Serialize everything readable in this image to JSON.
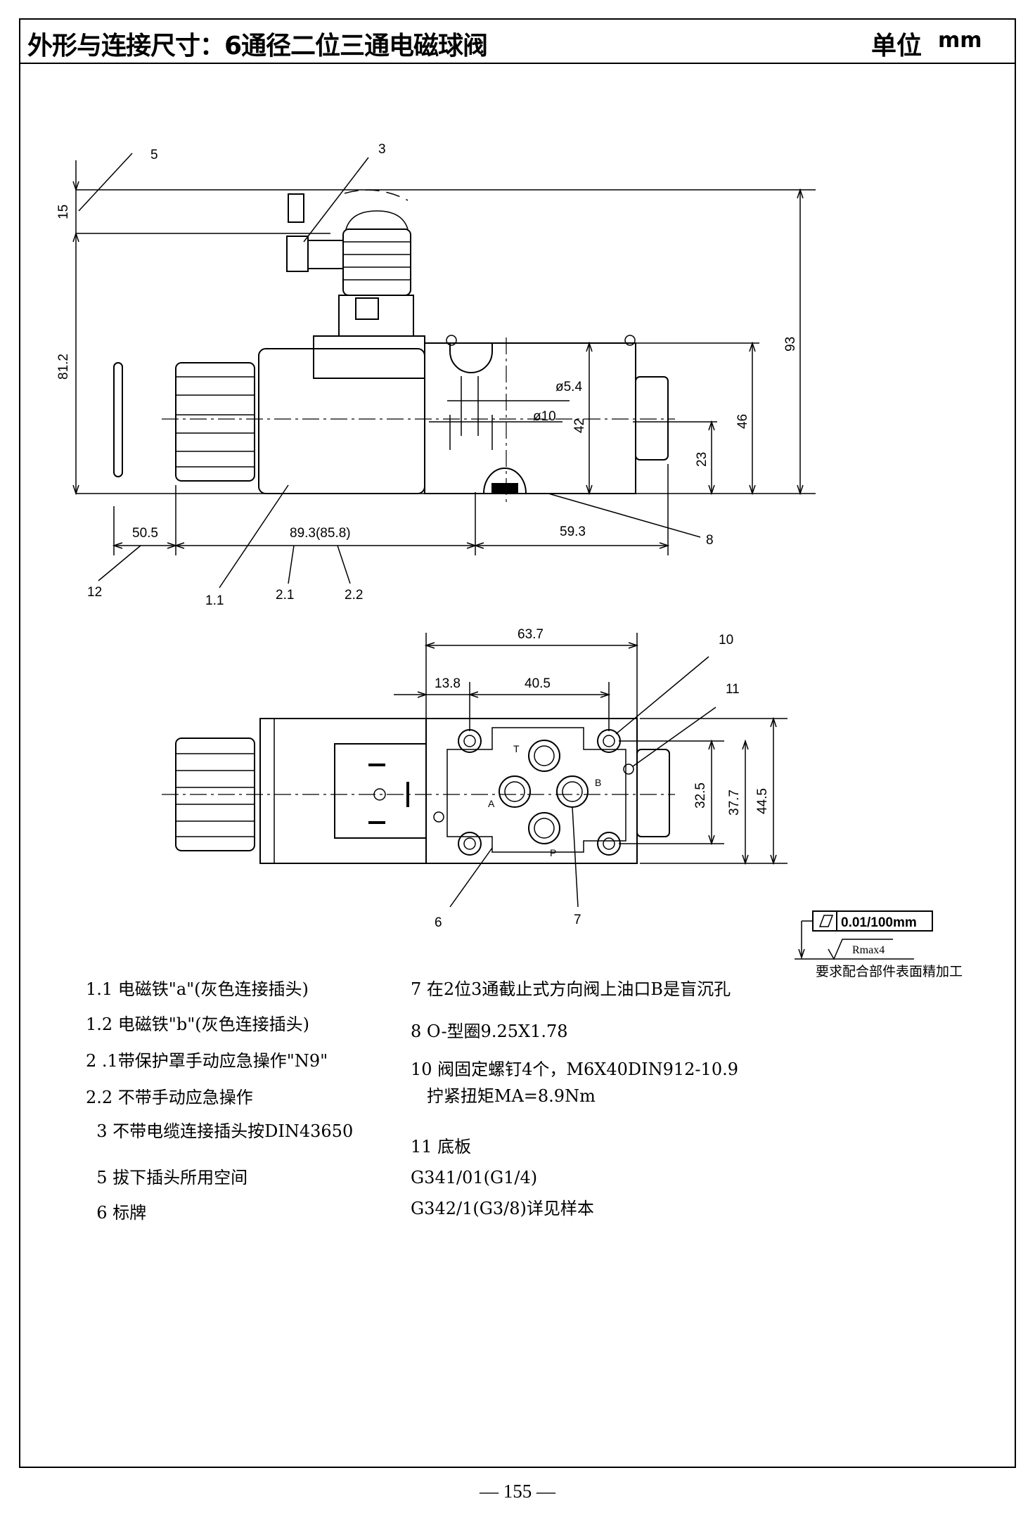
{
  "header": {
    "title": "外形与连接尺寸：6通径二位三通电磁球阀",
    "unit_label": "单位",
    "unit_value": "mm"
  },
  "side_view": {
    "dimensions": {
      "d15": "15",
      "d81_2": "81.2",
      "d93": "93",
      "d46": "46",
      "d23": "23",
      "d42": "42",
      "phi5_4": "ø5.4",
      "phi10": "ø10",
      "d50_5": "50.5",
      "d89_3": "89.3(85.8)",
      "d59_3": "59.3"
    },
    "callouts": [
      "5",
      "3",
      "8",
      "12",
      "1.1",
      "2.1",
      "2.2"
    ]
  },
  "top_view": {
    "dimensions": {
      "d63_7": "63.7",
      "d13_8": "13.8",
      "d40_5": "40.5",
      "d32_5": "32.5",
      "d37_7": "37.7",
      "d44_5": "44.5"
    },
    "port_labels": [
      "T",
      "A",
      "B",
      "P"
    ],
    "callouts": [
      "10",
      "11",
      "6",
      "7"
    ]
  },
  "surface_spec": {
    "flatness": "0.01/100mm",
    "roughness": "Rmax4",
    "note": "要求配合部件表面精加工"
  },
  "legend": {
    "left": [
      "1.1 电磁铁\"a\"(灰色连接插头)",
      "1.2 电磁铁\"b\"(灰色连接插头)",
      "2 .1带保护罩手动应急操作\"N9\"",
      "2.2 不带手动应急操作",
      "  3 不带电缆连接插头按DIN43650",
      "  5 拔下插头所用空间",
      "  6 标牌"
    ],
    "right": [
      "7 在2位3通截止式方向阀上油口B是盲沉孔",
      "8 O-型圈9.25X1.78",
      "10 阀固定螺钉4个，M6X40DIN912-10.9",
      "   拧紧扭矩MA=8.9Nm",
      "11 底板",
      "G341/01(G1/4)",
      "G342/1(G3/8)详见样本"
    ]
  },
  "page_number": "— 155 —"
}
